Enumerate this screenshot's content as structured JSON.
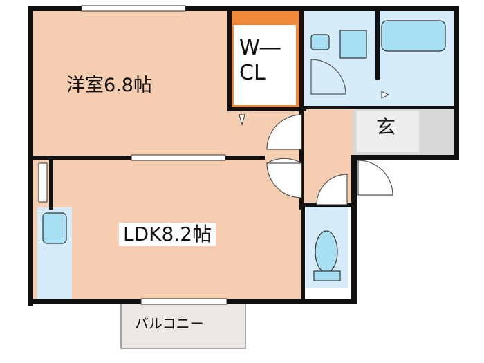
{
  "plan": {
    "room_western": "洋室6.8帖",
    "room_ldk": "LDK8.2帖",
    "closet_line1": "W―",
    "closet_line2": "CL",
    "entrance": "玄",
    "balcony": "バルコニー"
  },
  "colors": {
    "floor": "#f5cdb0",
    "closet": "#ee8a3a",
    "wet_area": "#d6ecfa",
    "fixture": "#a8dff2",
    "entrance": "#d8d8d8",
    "wall": "#111111",
    "balcony": "#ece7e2"
  }
}
